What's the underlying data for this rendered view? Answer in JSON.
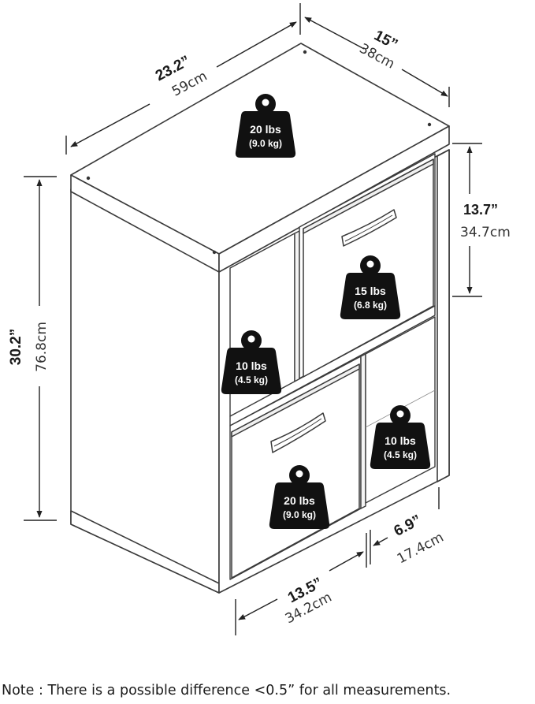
{
  "dimensions": {
    "top_width": {
      "imperial": "23.2”",
      "metric": "59cm"
    },
    "top_depth": {
      "imperial": "15”",
      "metric": "38cm"
    },
    "height": {
      "imperial": "30.2”",
      "metric": "76.8cm"
    },
    "cube_height": {
      "imperial": "13.7”",
      "metric": "34.7cm"
    },
    "cube_width": {
      "imperial": "13.5”",
      "metric": "34.2cm"
    },
    "small_width": {
      "imperial": "6.9”",
      "metric": "17.4cm"
    }
  },
  "weights": {
    "top": {
      "lbs": "20 lbs",
      "kg": "(9.0 kg)"
    },
    "upper_right": {
      "lbs": "15 lbs",
      "kg": "(6.8 kg)"
    },
    "upper_left": {
      "lbs": "10 lbs",
      "kg": "(4.5 kg)"
    },
    "lower_left": {
      "lbs": "20 lbs",
      "kg": "(9.0 kg)"
    },
    "lower_right": {
      "lbs": "10 lbs",
      "kg": "(4.5 kg)"
    }
  },
  "note": "Note : There is a possible difference <0.5” for all measurements."
}
